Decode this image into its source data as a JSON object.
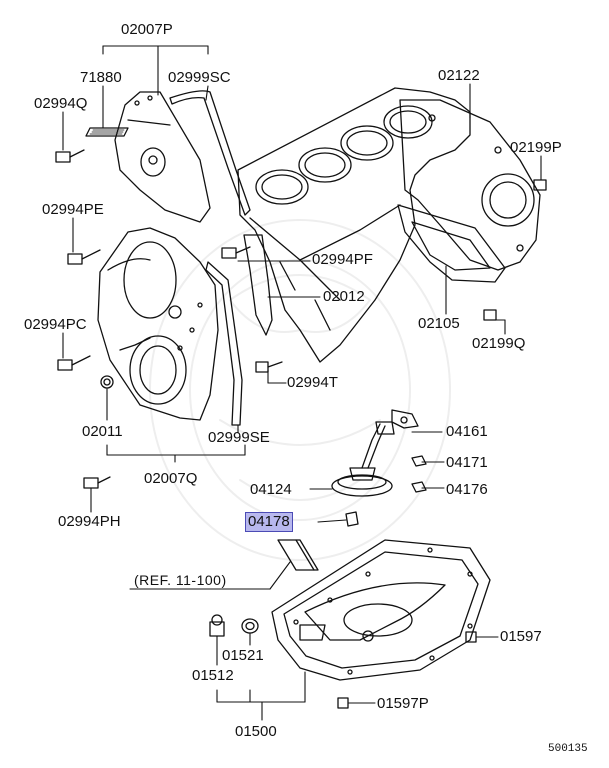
{
  "diagram": {
    "highlight_color": "#b8b8ee",
    "reference_note": "(REF. 11-100)",
    "figure_number": "500135",
    "parts": [
      {
        "id": "p02007P",
        "code": "02007P"
      },
      {
        "id": "p71880",
        "code": "71880"
      },
      {
        "id": "p02999SC",
        "code": "02999SC"
      },
      {
        "id": "p02994Q",
        "code": "02994Q"
      },
      {
        "id": "p02122",
        "code": "02122"
      },
      {
        "id": "p02199P",
        "code": "02199P"
      },
      {
        "id": "p02994PE",
        "code": "02994PE"
      },
      {
        "id": "p02994PF",
        "code": "02994PF"
      },
      {
        "id": "p02012",
        "code": "02012"
      },
      {
        "id": "p02105",
        "code": "02105"
      },
      {
        "id": "p02994PC",
        "code": "02994PC"
      },
      {
        "id": "p02199Q",
        "code": "02199Q"
      },
      {
        "id": "p02994T",
        "code": "02994T"
      },
      {
        "id": "p04161",
        "code": "04161"
      },
      {
        "id": "p02011",
        "code": "02011"
      },
      {
        "id": "p02999SE",
        "code": "02999SE"
      },
      {
        "id": "p04171",
        "code": "04171"
      },
      {
        "id": "p02007Q",
        "code": "02007Q"
      },
      {
        "id": "p04124",
        "code": "04124"
      },
      {
        "id": "p04176",
        "code": "04176"
      },
      {
        "id": "p02994PH",
        "code": "02994PH"
      },
      {
        "id": "p04178",
        "code": "04178",
        "highlighted": true
      },
      {
        "id": "p01597",
        "code": "01597"
      },
      {
        "id": "p01521",
        "code": "01521"
      },
      {
        "id": "p01512",
        "code": "01512"
      },
      {
        "id": "p01597P",
        "code": "01597P"
      },
      {
        "id": "p01500",
        "code": "01500"
      }
    ]
  }
}
